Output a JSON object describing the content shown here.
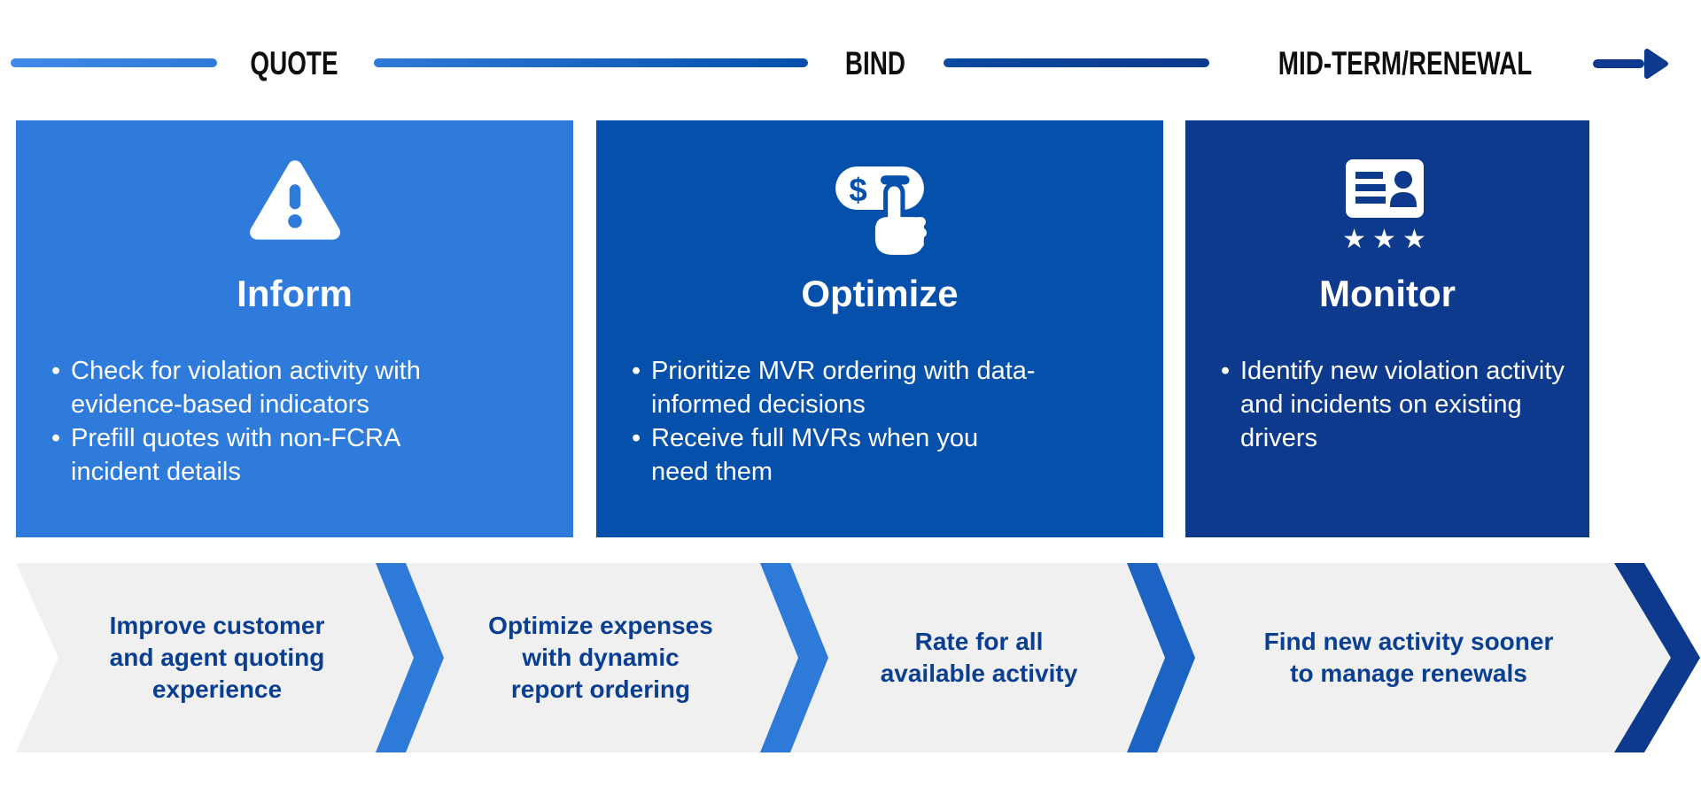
{
  "timeline": {
    "stages": [
      {
        "label": "QUOTE"
      },
      {
        "label": "BIND"
      },
      {
        "label": "MID-TERM/RENEWAL"
      }
    ],
    "line_colors": [
      "#2e7ad8",
      "#0550ab",
      "#0d3a8c"
    ],
    "arrow_color": "#0d3a8d"
  },
  "cards": [
    {
      "title": "Inform",
      "icon": "warning-triangle-icon",
      "bg": "#2e7bdb",
      "bullets": [
        "Check for violation activity with\nevidence-based indicators",
        "Prefill quotes with non-FCRA\nincident details"
      ]
    },
    {
      "title": "Optimize",
      "icon": "pay-per-click-icon",
      "bg": "#0450ab",
      "bullets": [
        "Prioritize MVR ordering with data-\ninformed decisions",
        "Receive full MVRs when you\nneed them"
      ]
    },
    {
      "title": "Monitor",
      "icon": "id-card-rating-icon",
      "bg": "#0d3a8c",
      "bullets": [
        "Identify new violation activity\nand incidents on existing\ndrivers"
      ],
      "stars": "★★★"
    }
  ],
  "flow": {
    "bg": "#f0f0f0",
    "text_color": "#0a3e91",
    "separator_colors": [
      "#2e7ad8",
      "#2e7ad8",
      "#1c63c4"
    ],
    "end_cap_color": "#0d3a8d",
    "steps": [
      {
        "label": "Improve customer\nand agent quoting\nexperience"
      },
      {
        "label": "Optimize expenses\nwith dynamic\nreport ordering"
      },
      {
        "label": "Rate for all\navailable activity"
      },
      {
        "label": "Find new activity sooner\nto manage renewals"
      }
    ]
  }
}
